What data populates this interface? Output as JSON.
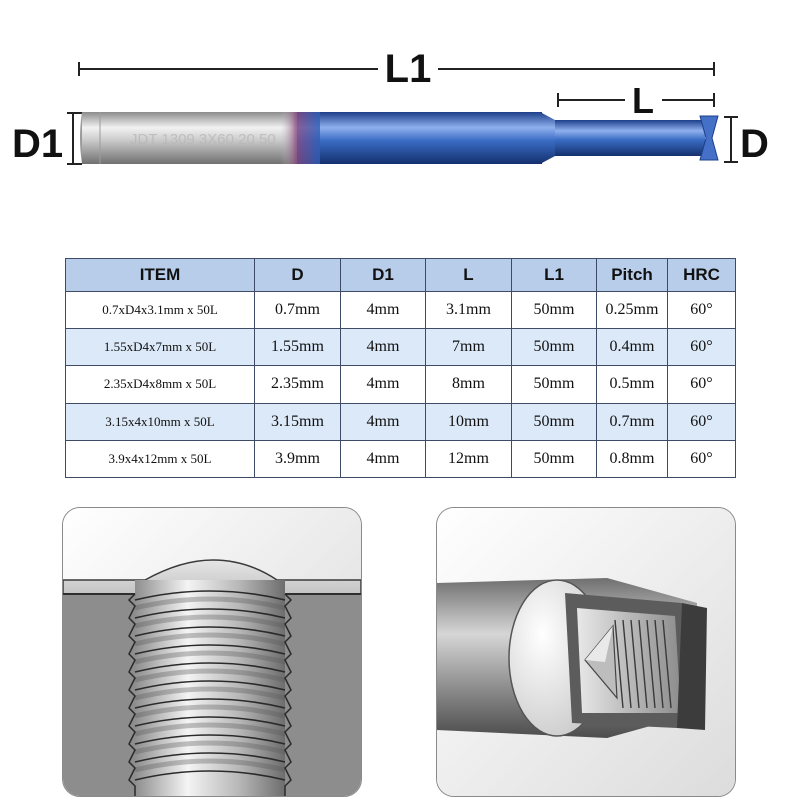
{
  "diagram": {
    "labels": {
      "overall_length": "L1",
      "thread_length": "L",
      "shank_diameter": "D1",
      "cutter_diameter": "D"
    },
    "tool_colors": {
      "shank": "#c8c8c8",
      "coating": "#2f5fb8"
    },
    "shank_marking": "JDT 1309 3X60 20 50"
  },
  "spec_table": {
    "headers": [
      "ITEM",
      "D",
      "D1",
      "L",
      "L1",
      "Pitch",
      "HRC"
    ],
    "rows": [
      [
        "0.7xD4x3.1mm x 50L",
        "0.7mm",
        "4mm",
        "3.1mm",
        "50mm",
        "0.25mm",
        "60°"
      ],
      [
        "1.55xD4x7mm x 50L",
        "1.55mm",
        "4mm",
        "7mm",
        "50mm",
        "0.4mm",
        "60°"
      ],
      [
        "2.35xD4x8mm x 50L",
        "2.35mm",
        "4mm",
        "8mm",
        "50mm",
        "0.5mm",
        "60°"
      ],
      [
        "3.15x4x10mm x 50L",
        "3.15mm",
        "4mm",
        "10mm",
        "50mm",
        "0.7mm",
        "60°"
      ],
      [
        "3.9x4x12mm x 50L",
        "3.9mm",
        "4mm",
        "12mm",
        "50mm",
        "0.8mm",
        "60°"
      ]
    ],
    "colors": {
      "header_bg": "#b7cde9",
      "alt_row_bg": "#dce9f8",
      "border": "#3f4a66"
    }
  },
  "illustrations": {
    "left": "threaded-hole-cross-section",
    "right": "thread-mill-cutting-internal-thread"
  }
}
